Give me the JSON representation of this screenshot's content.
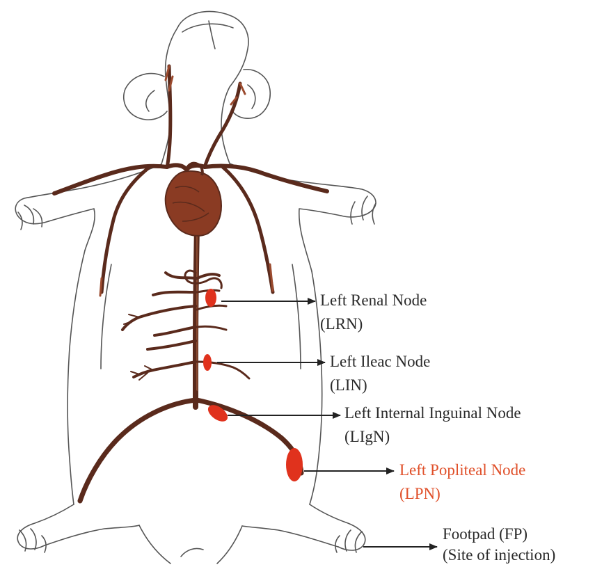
{
  "colors": {
    "vessel": "#5a2a1c",
    "vessel_highlight": "#9b4a2e",
    "heart": "#8a3b23",
    "node": "#e0321d",
    "outline": "#555555",
    "text": "#2a2a2a",
    "text_highlight": "#e0502a",
    "arrow": "#222222"
  },
  "labels": [
    {
      "id": "lrn",
      "name": "Left Renal Node",
      "abbr": "(LRN)",
      "highlight": false
    },
    {
      "id": "lin",
      "name": "Left Ileac Node",
      "abbr": "(LIN)",
      "highlight": false
    },
    {
      "id": "lign",
      "name": "Left Internal Inguinal Node",
      "abbr": "(LIgN)",
      "highlight": false
    },
    {
      "id": "lpn",
      "name": "Left Popliteal Node",
      "abbr": "(LPN)",
      "highlight": true
    },
    {
      "id": "fp",
      "name": "Footpad (FP)",
      "abbr": "(Site of injection)",
      "highlight": false
    }
  ]
}
